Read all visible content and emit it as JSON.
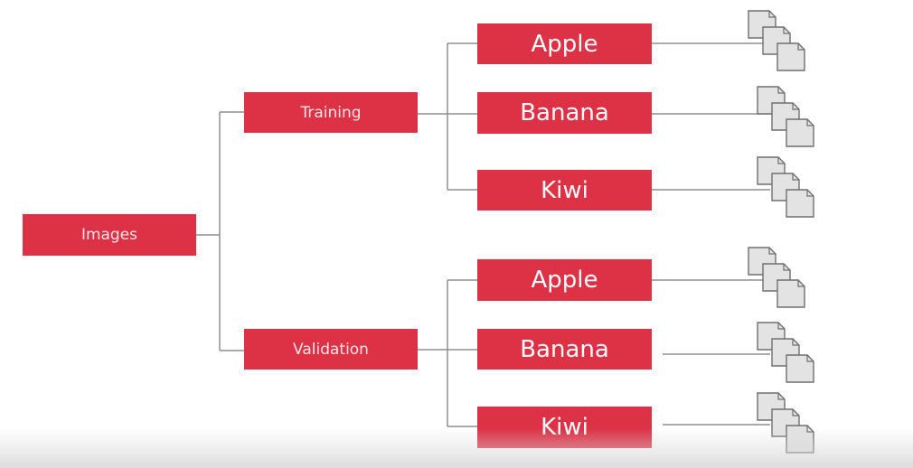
{
  "colors": {
    "node_fill": "#dd3146",
    "connector": "#8f8f8f",
    "file_fill": "#e3e3e3"
  },
  "root": {
    "label": "Images"
  },
  "splits": [
    {
      "label": "Training",
      "classes": [
        "Apple",
        "Banana",
        "Kiwi"
      ]
    },
    {
      "label": "Validation",
      "classes": [
        "Apple",
        "Banana",
        "Kiwi"
      ]
    }
  ],
  "icons": {
    "file_stack": "file-stack-icon"
  }
}
